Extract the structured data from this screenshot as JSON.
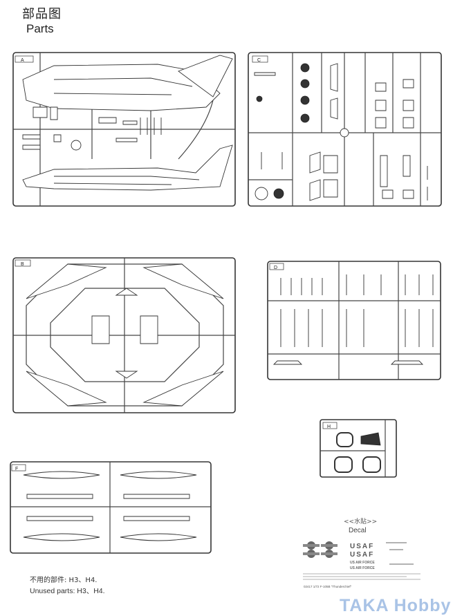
{
  "header": {
    "title_cn": "部品图",
    "title_en": "Parts"
  },
  "sprues": [
    {
      "id": "A",
      "label": "A"
    },
    {
      "id": "C",
      "label": "C"
    },
    {
      "id": "B",
      "label": "B"
    },
    {
      "id": "D",
      "label": "D"
    },
    {
      "id": "H",
      "label": "H"
    },
    {
      "id": "F",
      "label": "F"
    }
  ],
  "notes": {
    "unused_cn": "不用的部件: H3、H4.",
    "unused_en": "Unused parts: H3、H4."
  },
  "decal": {
    "header": "<<水貼>>",
    "title": "Decal",
    "markings": [
      "USAF",
      "USAF",
      "US AIR FORCE",
      "US AIR FORCE"
    ],
    "caption": "02417 1/72 F-105B \"Thunderchief\""
  },
  "watermark": "TAKA Hobby",
  "colors": {
    "line": "#333333",
    "watermark": "#a9c3e6"
  }
}
